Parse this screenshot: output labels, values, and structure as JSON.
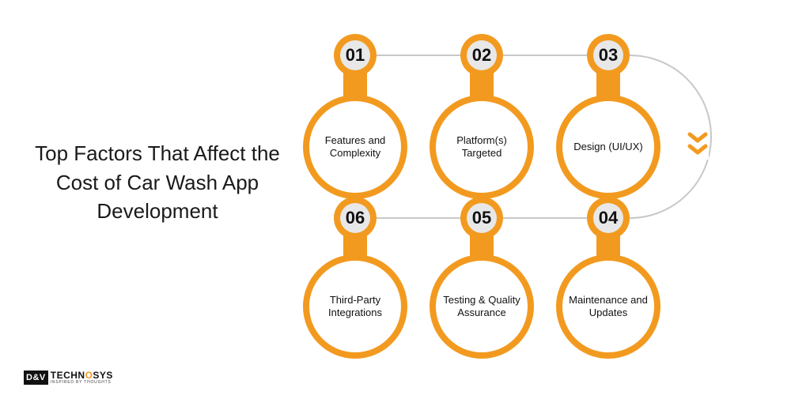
{
  "title": "Top Factors That Affect the Cost of Car Wash App Development",
  "colors": {
    "accent": "#f29a1f",
    "connector": "#c8c8c8",
    "numeral_bg": "#e8e8e8",
    "node_face": "#ffffff",
    "text": "#1a1a1a"
  },
  "steps": [
    {
      "number": "01",
      "label": "Features and Complexity"
    },
    {
      "number": "02",
      "label": "Platform(s) Targeted"
    },
    {
      "number": "03",
      "label": "Design (UI/UX)"
    },
    {
      "number": "04",
      "label": "Maintenance and Updates"
    },
    {
      "number": "05",
      "label": "Testing & Quality Assurance"
    },
    {
      "number": "06",
      "label": "Third-Party Integrations"
    }
  ],
  "connector_icon": "double-chevron-down-icon",
  "logo": {
    "box_text": "D&V",
    "word_before": "TECHN",
    "word_accent": "O",
    "word_after": "SYS",
    "tagline": "INSPIRED BY THOUGHTS"
  }
}
